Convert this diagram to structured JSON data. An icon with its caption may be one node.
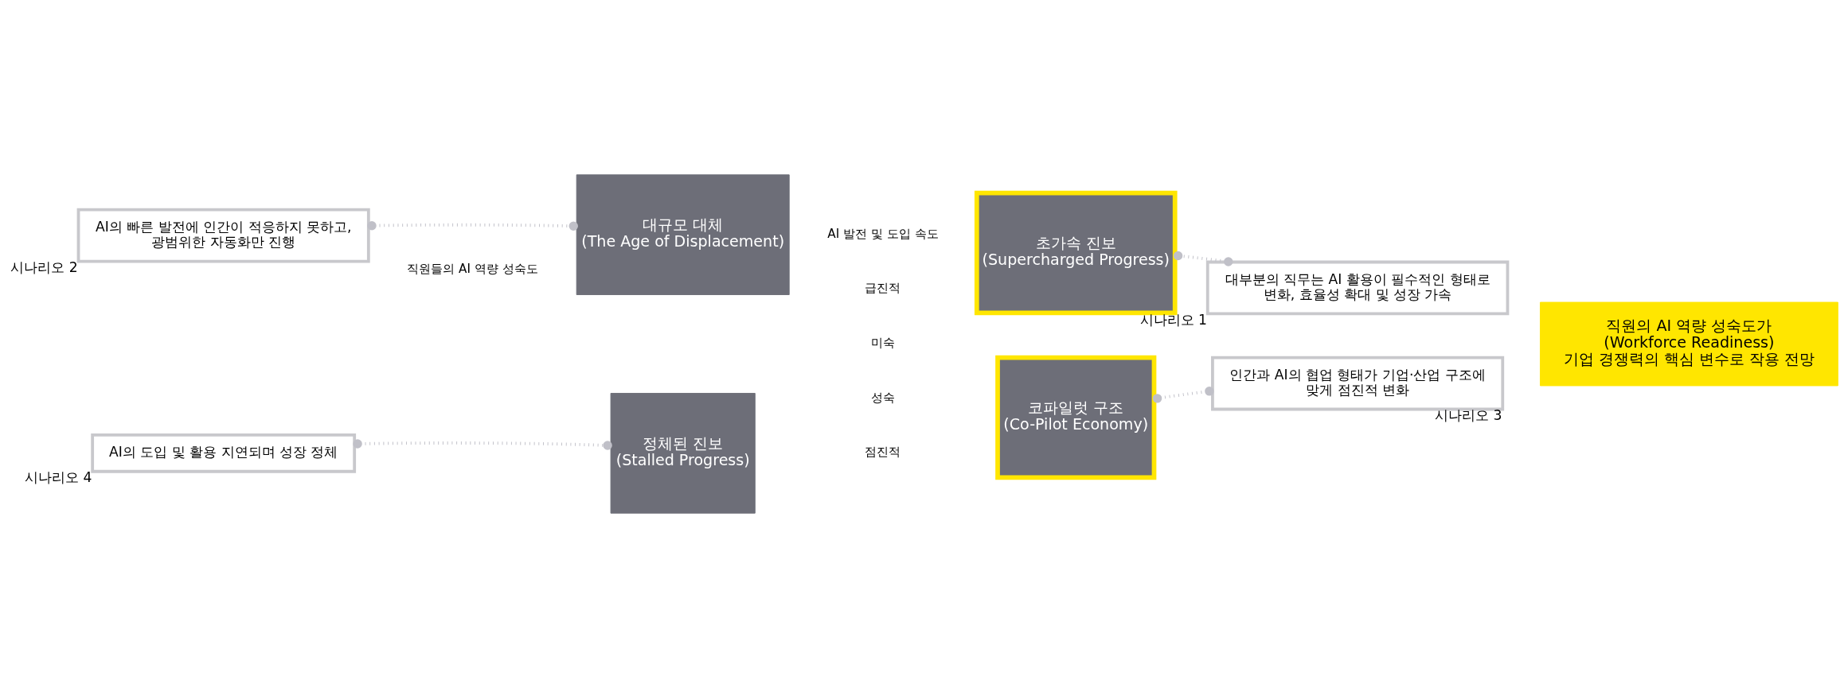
{
  "diagram": {
    "nodes": [
      {
        "text": [
          "대규모 대체",
          "(The Age of Displacement)"
        ]
      },
      {
        "text": [
          "초가속 진보",
          "(Supercharged Progress)"
        ]
      },
      {
        "text": [
          "정체된 진보",
          "(Stalled Progress)"
        ]
      },
      {
        "text": [
          "코파일럿 구조",
          "(Co-Pilot Economy)"
        ]
      },
      {
        "text": [
          "AI의 빠른 발전에 인간이 적응하지 못하고, 광범위한 자동화만 진행"
        ],
        "beside": [
          "시나리오 2"
        ]
      },
      {
        "text": [
          "대부분의 직무는 AI 활용이 필수적인 형태로 변화, 효율성 확대 및 성장 가속"
        ],
        "beside": [
          "시나리오 1"
        ]
      },
      {
        "text": [
          "AI의 도입 및 활용 지연되며 성장 정체"
        ],
        "beside": [
          "시나리오 4"
        ]
      },
      {
        "text": [
          "인간과 AI의 협업 형태가 기업·산업 구조에 맞게 점진적 변화"
        ],
        "beside": [
          "시나리오 3"
        ]
      },
      {
        "text": [
          "직원의 AI 역량 성숙도가",
          "(Workforce Readiness)",
          "기업 경쟁력의 핵심 변수로 작용 전망"
        ]
      }
    ],
    "edges": [
      {
        "from": 4,
        "to": 0,
        "arrow": "other",
        "style": "dashed"
      },
      {
        "from": 5,
        "to": 1,
        "arrow": "other",
        "style": "dashed"
      },
      {
        "from": 6,
        "to": 2,
        "arrow": "other",
        "style": "dashed"
      },
      {
        "from": 7,
        "to": 3,
        "arrow": "other",
        "style": "dashed"
      }
    ],
    "labels": [
      "AI 발전 및 도입 속도",
      "급진적",
      "직원들의 AI 역량 성숙도",
      "미숙",
      "성숙",
      "점진적"
    ]
  }
}
